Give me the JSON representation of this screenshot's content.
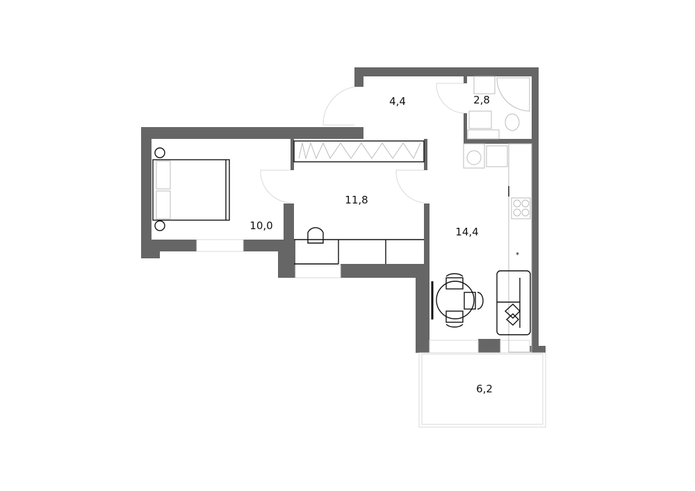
{
  "plan": {
    "wall_color": "#666666",
    "rooms": [
      {
        "id": "hall",
        "area": "4,4"
      },
      {
        "id": "bathroom",
        "area": "2,8"
      },
      {
        "id": "bedroom",
        "area": "10,0"
      },
      {
        "id": "room",
        "area": "11,8"
      },
      {
        "id": "kitchen-living",
        "area": "14,4"
      },
      {
        "id": "balcony",
        "area": "6,2"
      }
    ]
  }
}
